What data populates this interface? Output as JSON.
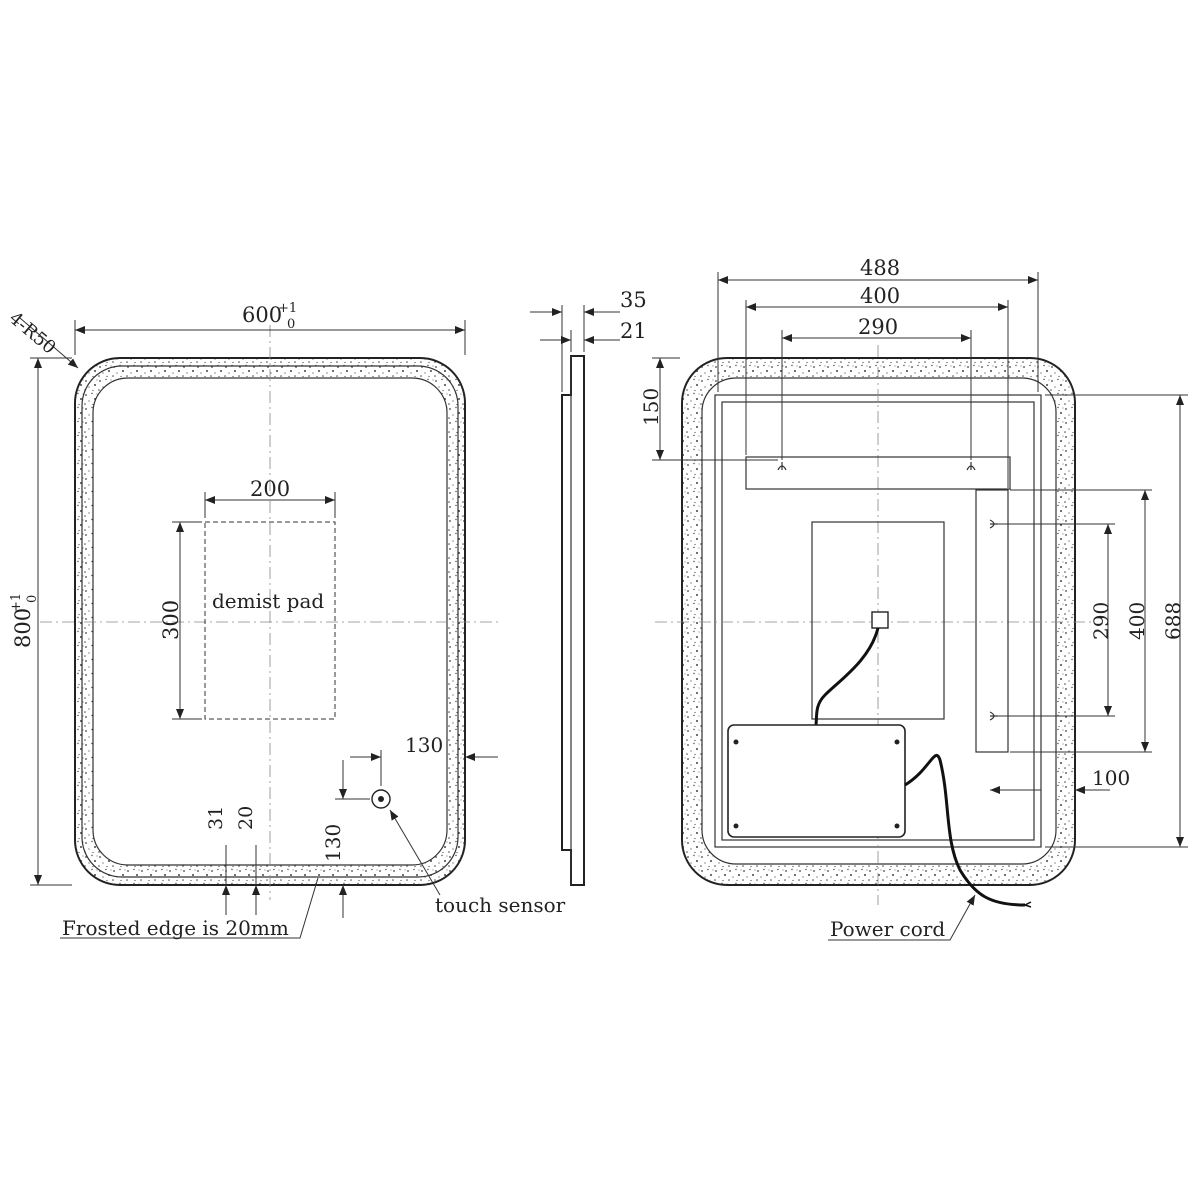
{
  "front_view": {
    "corner_radius_label": "4-R50",
    "width_main": "600",
    "width_tol_upper": "+1",
    "width_tol_lower": "0",
    "height_main": "800",
    "height_tol_upper": "+1",
    "height_tol_lower": "0",
    "demist_width": "200",
    "demist_height": "300",
    "demist_label": "demist pad",
    "sensor_offset_x": "130",
    "sensor_offset_y": "130",
    "edge_31": "31",
    "edge_20": "20",
    "touch_sensor_label": "touch sensor",
    "frosted_edge_label": "Frosted edge is 20mm"
  },
  "side_view": {
    "depth_total": "35",
    "depth_glass": "21"
  },
  "back_view": {
    "width_488": "488",
    "width_400": "400",
    "width_290": "290",
    "top_150": "150",
    "height_290": "290",
    "height_400": "400",
    "height_688": "688",
    "right_100": "100",
    "power_cord_label": "Power cord"
  }
}
